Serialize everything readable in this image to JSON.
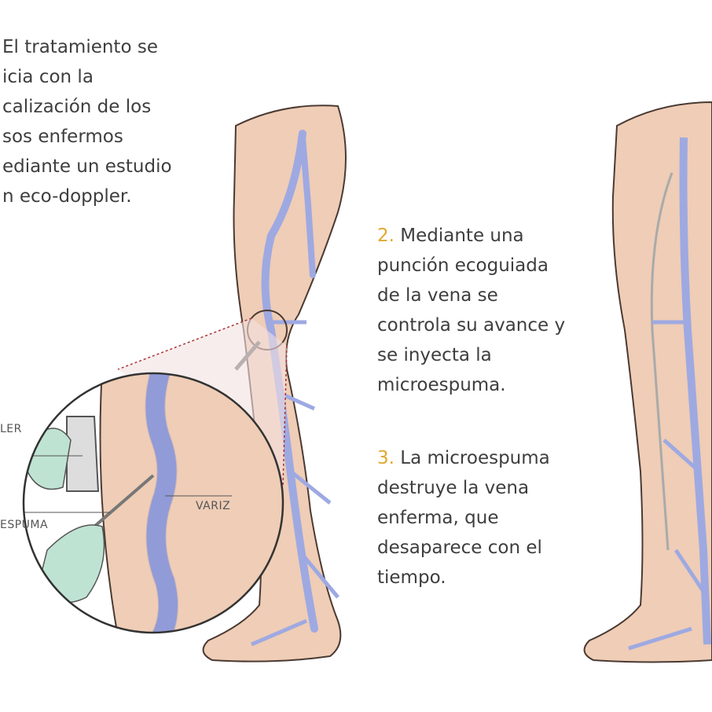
{
  "step1": {
    "lines": [
      "El tratamiento se",
      "icia con la",
      "calización de los",
      "sos enfermos",
      "ediante un estudio",
      "n eco-doppler."
    ]
  },
  "step2": {
    "number": "2.",
    "lines": [
      "Mediante una",
      "punción ecoguiada",
      "de la vena se",
      "controla su avance y",
      "se inyecta la",
      "microespuma."
    ]
  },
  "step3": {
    "number": "3.",
    "lines": [
      "La microespuma",
      "destruye la vena",
      "enferma, que",
      "desaparece con el",
      "tiempo."
    ]
  },
  "labels": {
    "doppler": "LER",
    "espuma": "ESPUMA",
    "variz": "VARIZ"
  },
  "colors": {
    "accent": "#e0a82e",
    "text": "#3e3e3e",
    "skin": "#efcdb6",
    "vein": "#9ea9e2",
    "glove": "#bfe3d3"
  }
}
